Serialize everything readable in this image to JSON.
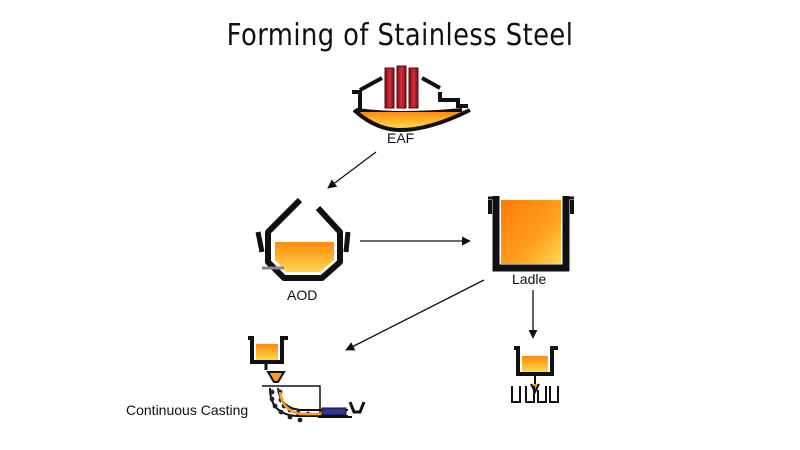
{
  "title": "Forming of Stainless Steel",
  "nodes": {
    "eaf": {
      "label": "EAF"
    },
    "aod": {
      "label": "AOD"
    },
    "ladle": {
      "label": "Ladle"
    },
    "continuous_casting": {
      "label": "Continuous Casting"
    }
  },
  "colors": {
    "molten_top": "#ff9a1a",
    "molten_bottom": "#ffd24a",
    "electrode": "#b0202a",
    "outline": "#111111",
    "slab": "#2b3a9a"
  },
  "edges": [
    {
      "from": "eaf",
      "to": "aod"
    },
    {
      "from": "aod",
      "to": "ladle"
    },
    {
      "from": "ladle",
      "to": "continuous_casting"
    },
    {
      "from": "ladle",
      "to": "ingot_casting"
    }
  ]
}
